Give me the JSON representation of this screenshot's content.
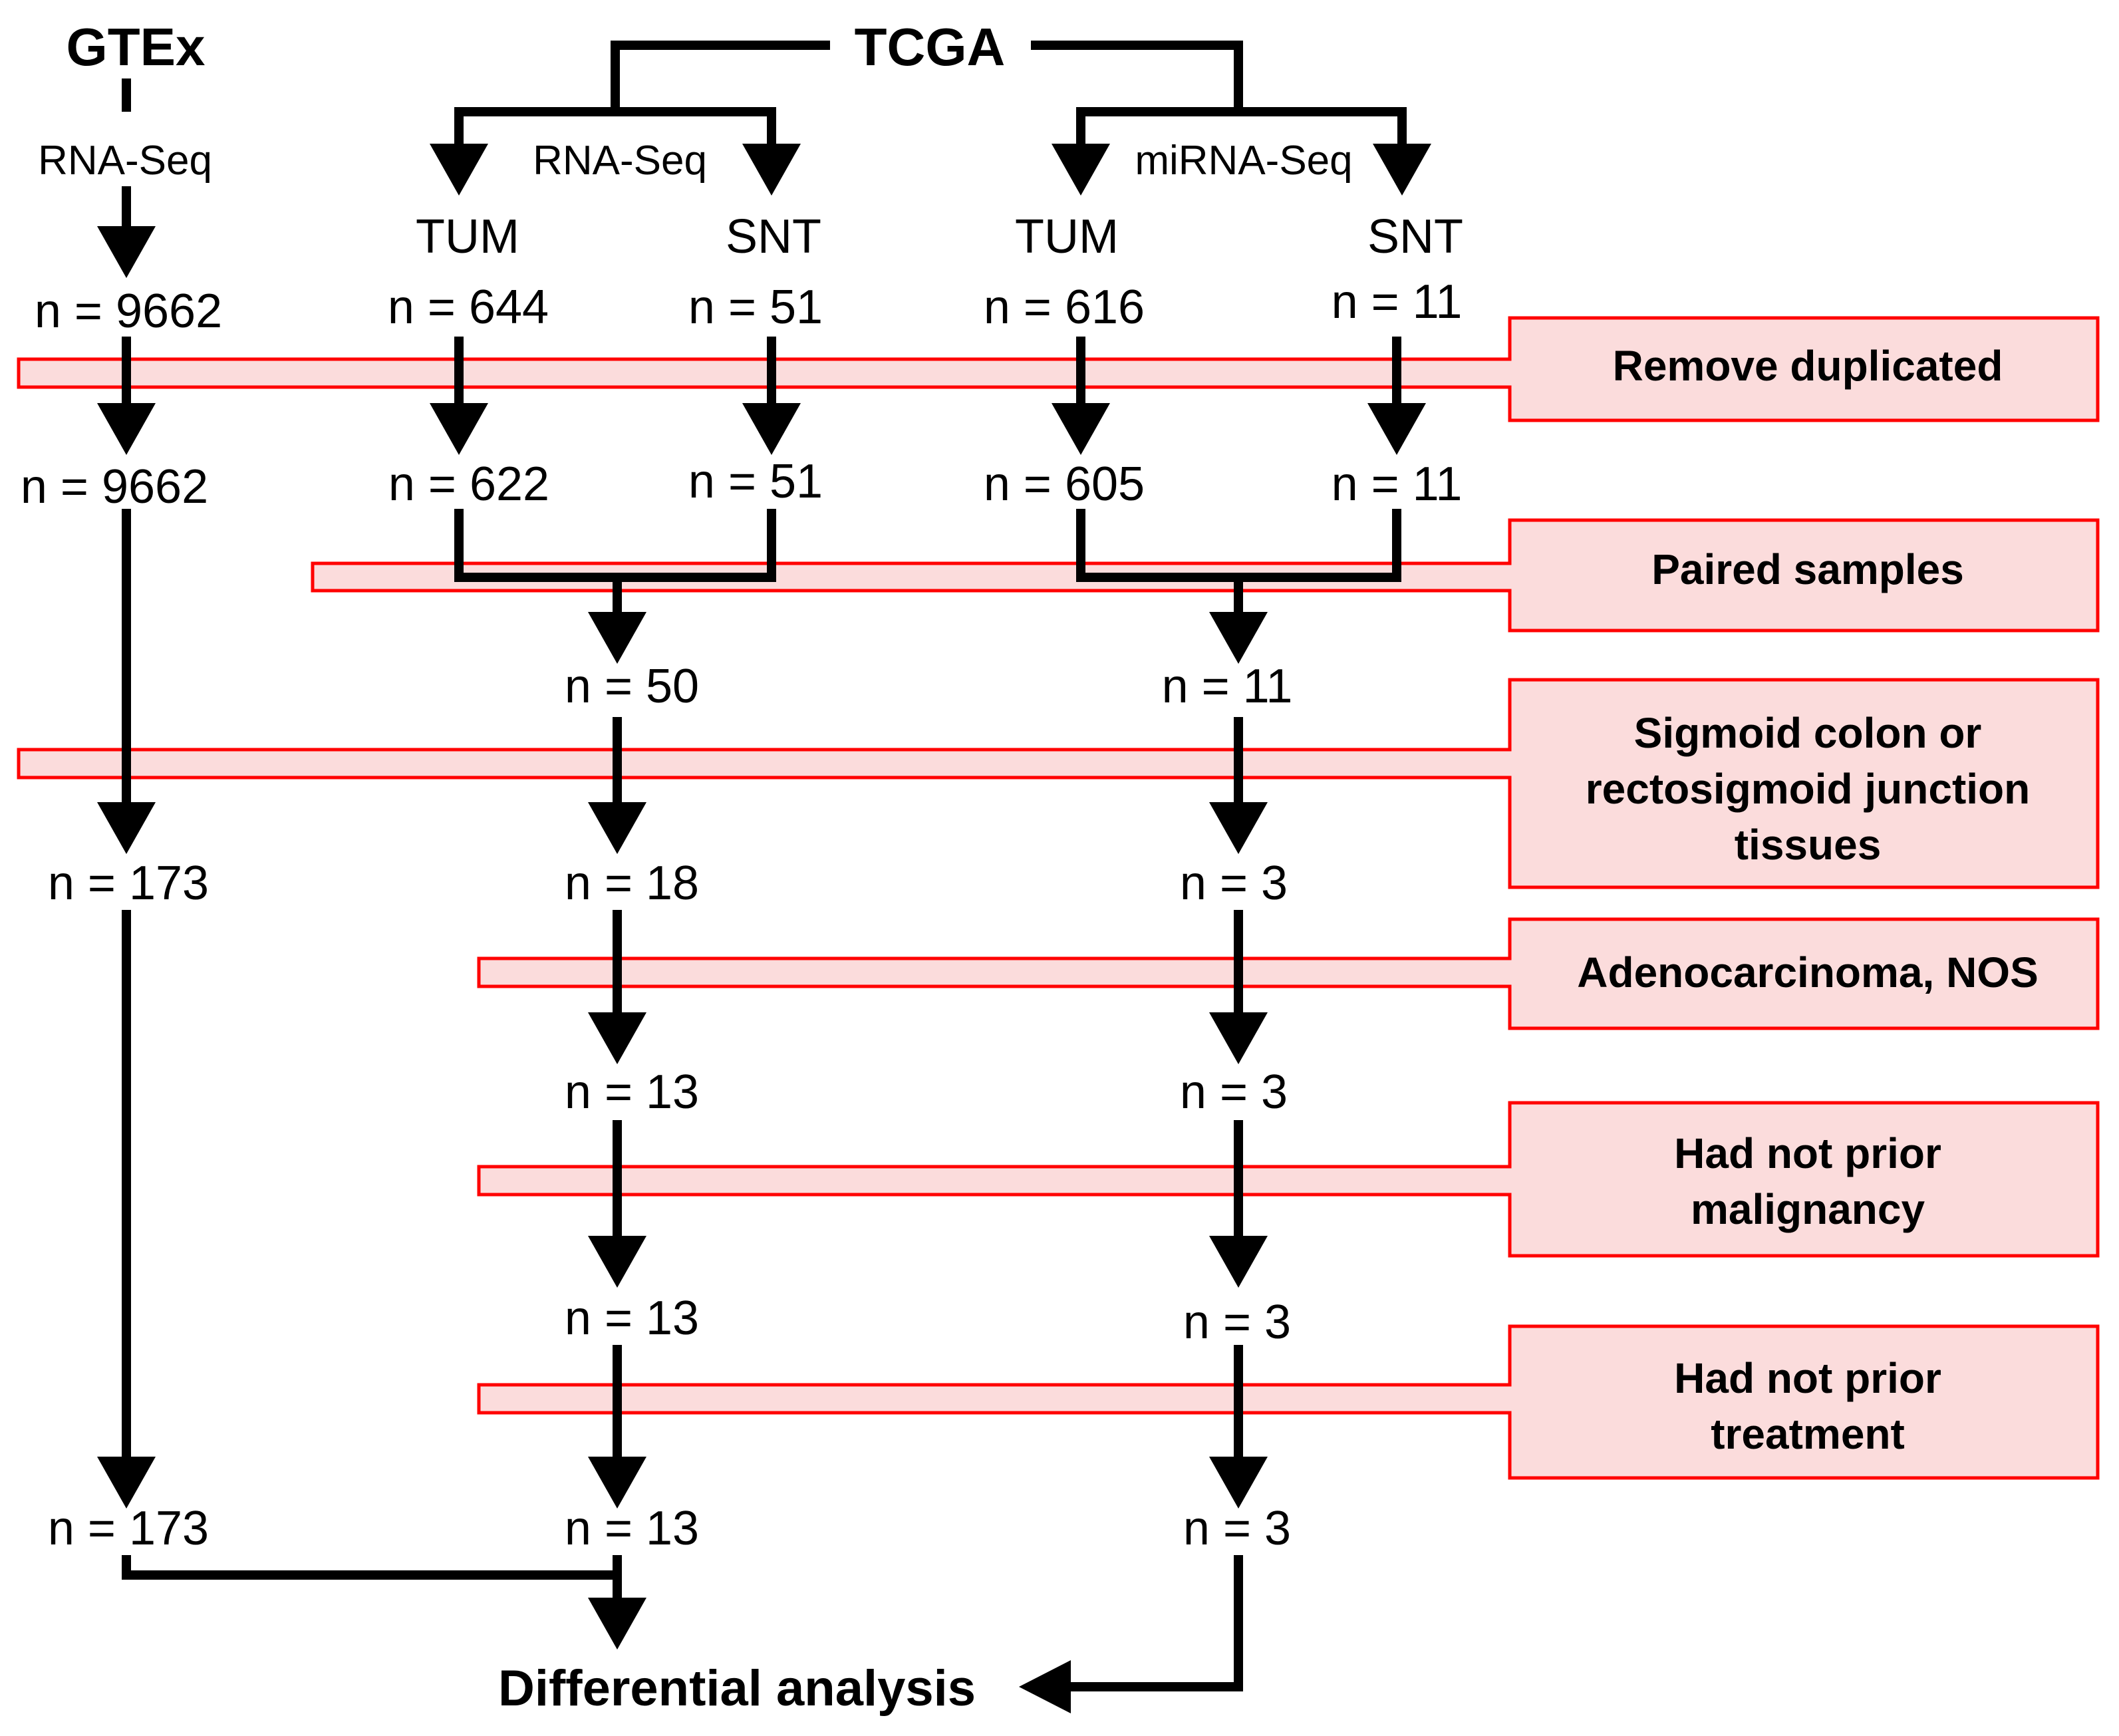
{
  "sources": {
    "gtex": "GTEx",
    "tcga": "TCGA"
  },
  "platforms": {
    "gtex_rnaseq": "RNA-Seq",
    "tcga_rnaseq": "RNA-Seq",
    "tcga_mirnaseq": "miRNA-Seq"
  },
  "groups": {
    "rna_tum": "TUM",
    "rna_snt": "SNT",
    "mirna_tum": "TUM",
    "mirna_snt": "SNT"
  },
  "counts": {
    "gtex": [
      "n = 9662",
      "n = 9662",
      "n = 173",
      "n = 173"
    ],
    "rna_tum": [
      "n = 644",
      "n = 622"
    ],
    "rna_snt": [
      "n = 51",
      "n = 51"
    ],
    "mirna_tum": [
      "n = 616",
      "n = 605"
    ],
    "mirna_snt": [
      "n = 11",
      "n = 11"
    ],
    "rna_paired": [
      "n = 50",
      "n = 18",
      "n = 13",
      "n = 13",
      "n = 13"
    ],
    "mirna_paired": [
      "n = 11",
      "n = 3",
      "n = 3",
      "n = 3",
      "n = 3"
    ]
  },
  "filters": [
    {
      "lines": [
        "Remove duplicated"
      ]
    },
    {
      "lines": [
        "Paired samples"
      ]
    },
    {
      "lines": [
        "Sigmoid colon or",
        "rectosigmoid junction",
        "tissues"
      ]
    },
    {
      "lines": [
        "Adenocarcinoma, NOS"
      ]
    },
    {
      "lines": [
        "Had not prior",
        "malignancy"
      ]
    },
    {
      "lines": [
        "Had not prior",
        "treatment"
      ]
    }
  ],
  "final": "Differential analysis"
}
